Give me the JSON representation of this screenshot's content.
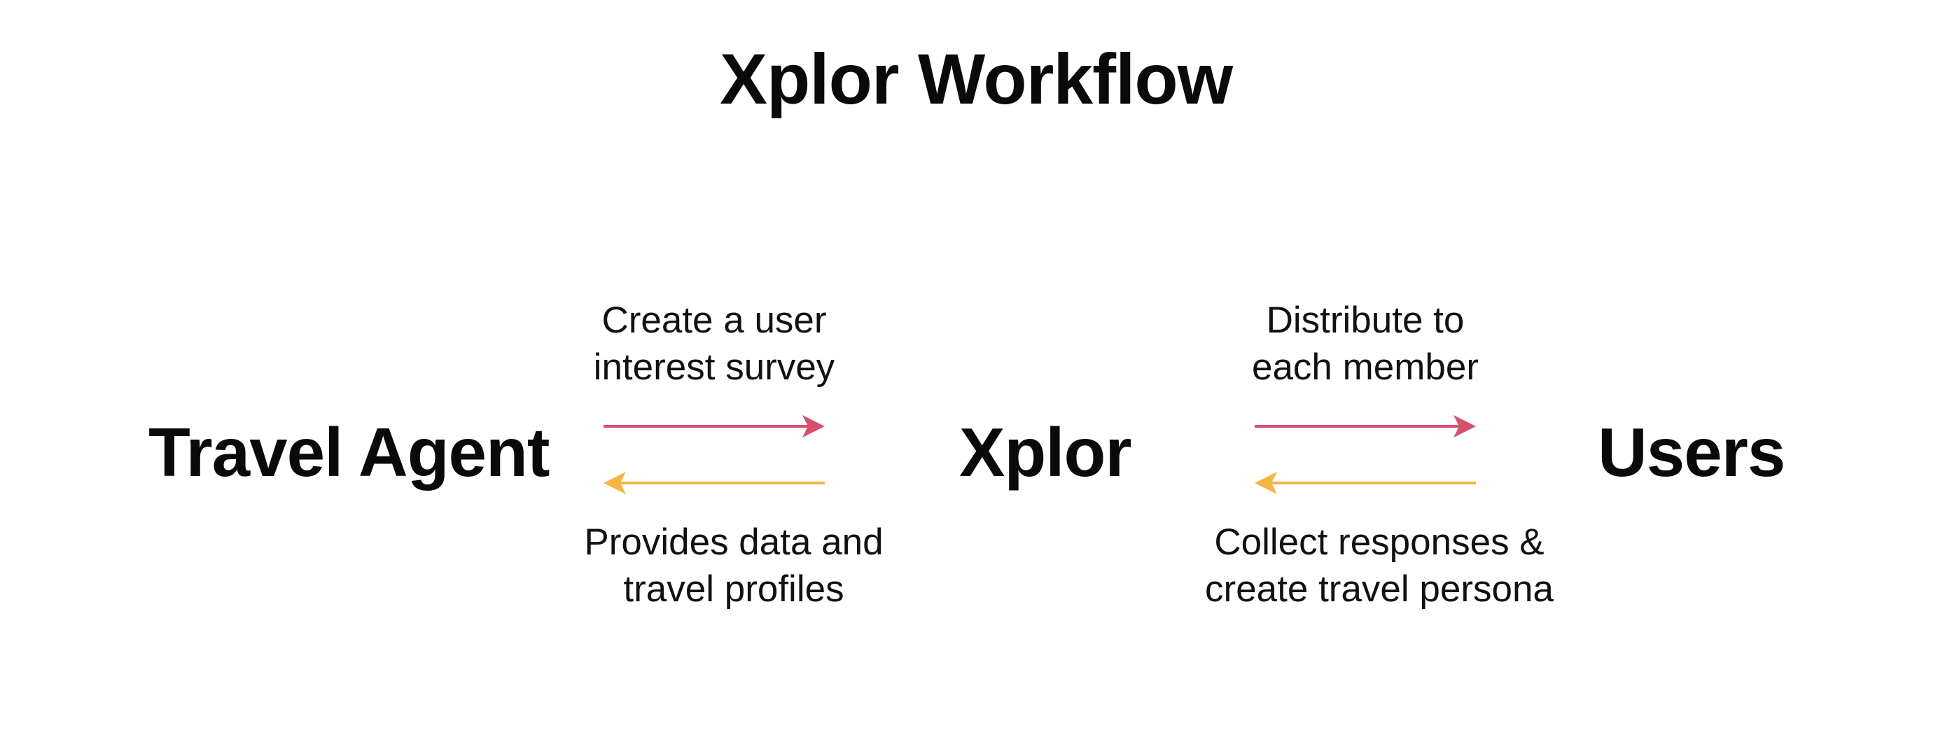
{
  "title": "Xplor Workflow",
  "nodes": {
    "agent": "Travel Agent",
    "xplor": "Xplor",
    "users": "Users"
  },
  "edges": {
    "survey": {
      "line1": "Create a user",
      "line2": "interest survey"
    },
    "provides": {
      "line1": "Provides data and",
      "line2": "travel profiles"
    },
    "distribute": {
      "line1": "Distribute to",
      "line2": "each member"
    },
    "collect": {
      "line1": "Collect responses &",
      "line2": "create travel persona"
    }
  },
  "colors": {
    "forward_arrow": "#d6506e",
    "return_arrow": "#f5b544"
  }
}
